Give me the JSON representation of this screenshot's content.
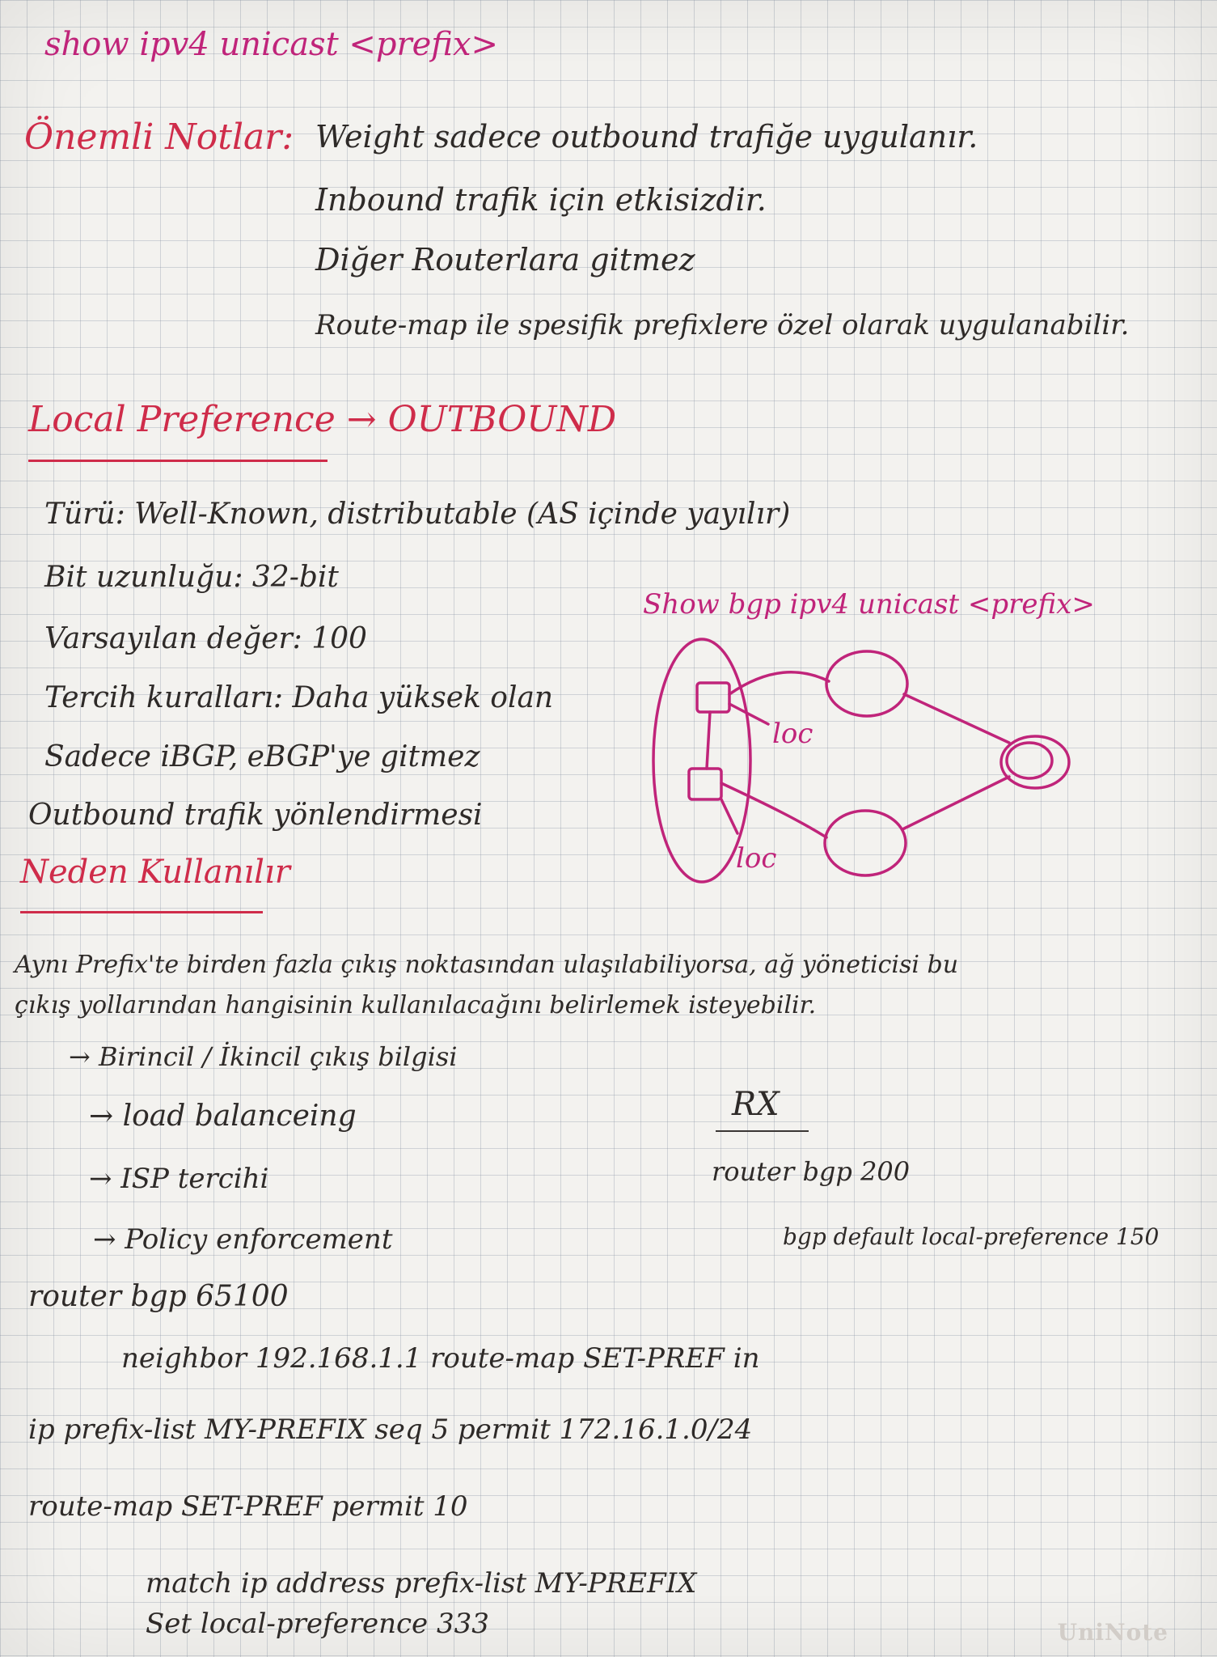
{
  "page": {
    "lines": [
      "show ipv4 unicast <prefix>",
      "Önemli Notlar:",
      "Weight sadece outbound trafiğe uygulanır.",
      "Inbound trafik için etkisizdir.",
      "Diğer Routerlara gitmez",
      "Route-map ile spesifik prefixlere özel olarak uygulanabilir.",
      "Local Preference → OUTBOUND",
      "Türü: Well-Known, distributable (AS içinde yayılır)",
      "Bit uzunluğu: 32-bit",
      "Varsayılan değer: 100",
      "Tercih kuralları: Daha yüksek olan",
      "Sadece iBGP, eBGP'ye gitmez",
      "Outbound trafik yönlendirmesi",
      "Neden Kullanılır",
      "Aynı Prefix'te birden fazla çıkış noktasından ulaşılabiliyorsa, ağ yöneticisi bu",
      "çıkış yollarından hangisinin kullanılacağını belirlemek isteyebilir.",
      "→ Birincil / İkincil çıkış bilgisi",
      "→ load balanceing",
      "→ ISP tercihi",
      "→ Policy enforcement",
      "router bgp 65100",
      "neighbor 192.168.1.1 route-map SET-PREF in",
      "ip prefix-list MY-PREFIX seq 5 permit 172.16.1.0/24",
      "route-map SET-PREF permit 10",
      "match ip address prefix-list MY-PREFIX",
      "Set local-preference 333"
    ],
    "side": {
      "show_bgp": "Show bgp ipv4 unicast <prefix>",
      "rx": "RX",
      "router_bgp_200": "router bgp 200",
      "bgp_default": "bgp default local-preference 150"
    },
    "diagram": {
      "label_top": "loc",
      "label_bottom": "loc"
    },
    "brand": "UniNote",
    "colors": {
      "ink": "#2e2a28",
      "pink": "#c0247a",
      "red": "#cf2c4a"
    }
  }
}
